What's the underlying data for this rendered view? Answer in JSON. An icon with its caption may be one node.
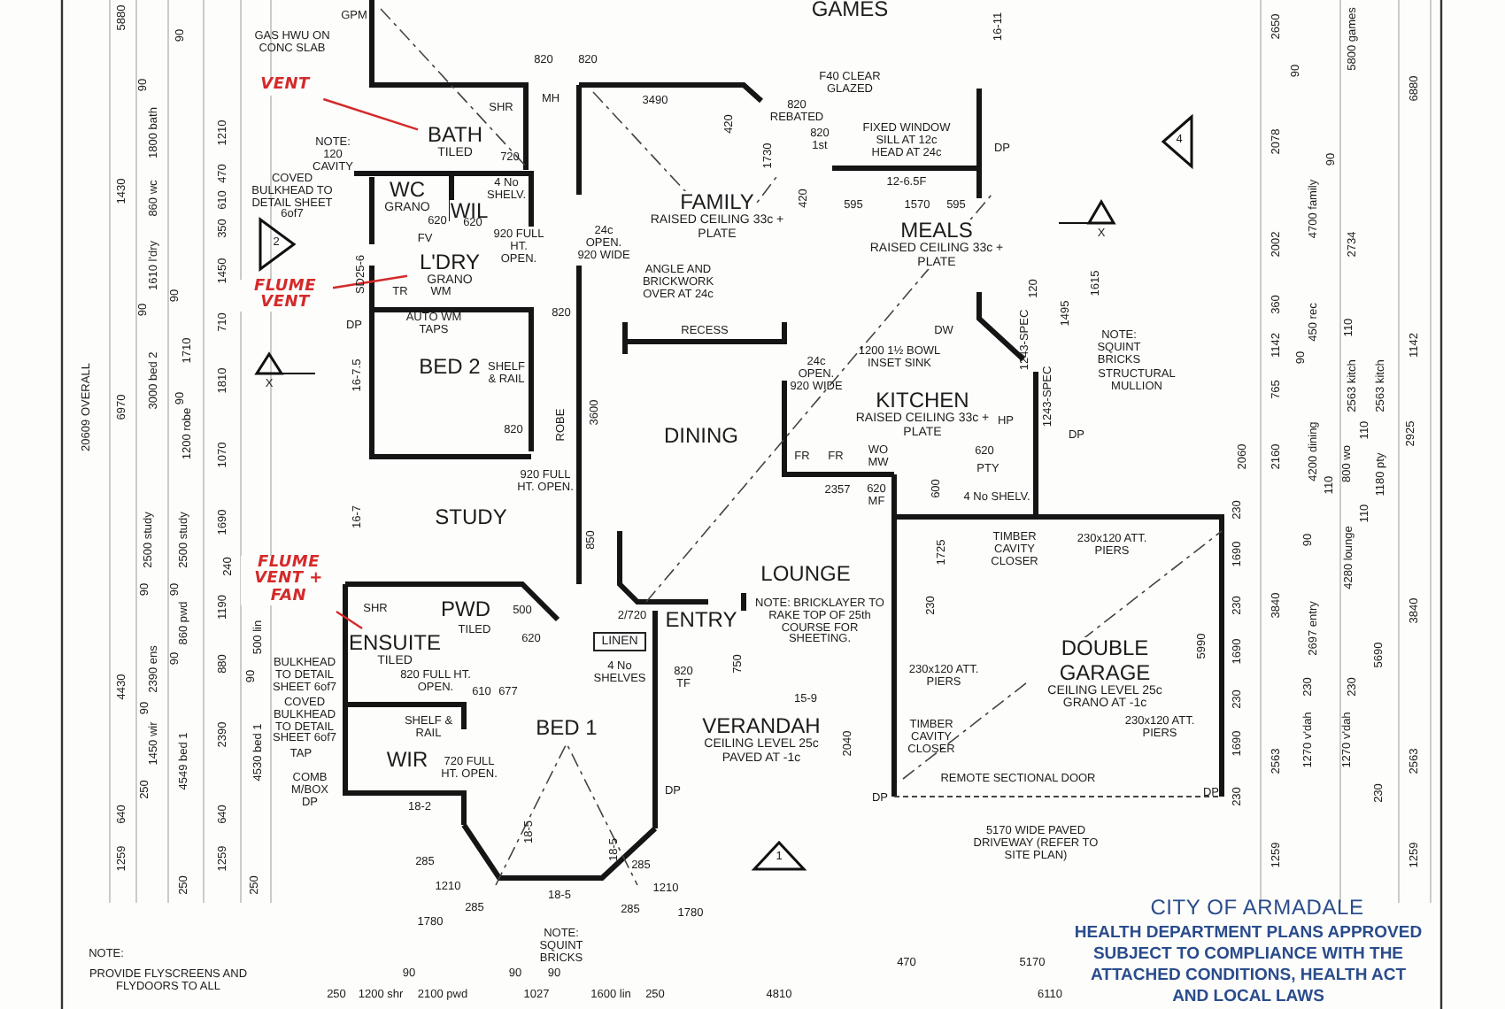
{
  "diagram": {
    "nodes": [
      {
        "text": [
          "GAMES"
        ]
      },
      {
        "text": [
          "BATH",
          "TILED"
        ]
      },
      {
        "text": [
          "VENT"
        ]
      },
      {
        "text": [
          "WC",
          "GRANO"
        ]
      },
      {
        "text": [
          "WIL"
        ]
      },
      {
        "text": [
          "L'DRY",
          "GRANO"
        ]
      },
      {
        "text": [
          "FLUME VENT"
        ]
      },
      {
        "text": [
          "FAMILY",
          "RAISED CEILING 33c + PLATE"
        ]
      },
      {
        "text": [
          "MEALS",
          "RAISED CEILING 33c + PLATE"
        ]
      },
      {
        "text": [
          "BED 2"
        ]
      },
      {
        "text": [
          "DINING"
        ]
      },
      {
        "text": [
          "KITCHEN",
          "RAISED CEILING 33c + PLATE"
        ]
      },
      {
        "text": [
          "STUDY"
        ]
      },
      {
        "text": [
          "LOUNGE"
        ]
      },
      {
        "text": [
          "FLUME VENT + FAN"
        ]
      },
      {
        "text": [
          "PWD"
        ]
      },
      {
        "text": [
          "ENSUITE",
          "TILED"
        ]
      },
      {
        "text": [
          "ENTRY"
        ]
      },
      {
        "text": [
          "DOUBLE GARAGE",
          "CEILING LEVEL 25c GRANO AT -1c"
        ]
      },
      {
        "text": [
          "WIR"
        ]
      },
      {
        "text": [
          "BED 1"
        ]
      },
      {
        "text": [
          "VERANDAH",
          "CEILING LEVEL 25c PAVED AT -1c"
        ]
      },
      {
        "text": [
          "LINEN"
        ]
      }
    ],
    "edges": [
      {
        "from": 2,
        "to": 1,
        "arrow": "none"
      },
      {
        "from": 6,
        "to": 5,
        "arrow": "none"
      },
      {
        "from": 14,
        "to": 16,
        "arrow": "none"
      }
    ],
    "labels": [
      "GPM",
      "GAS HWU ON CONC SLAB",
      "820",
      "820",
      "MH",
      "SHR",
      "NOTE: 120 CAVITY",
      "720",
      "4 No SHELV.",
      "COVED BULKHEAD TO DETAIL SHEET 6of7",
      "620",
      "620",
      "FV",
      "920 FULL HT. OPEN.",
      "SD25-6",
      "TR",
      "WM",
      "820",
      "AUTO WM TAPS",
      "DP",
      "16-7.5",
      "SHELF & RAIL",
      "820",
      "ROBE",
      "3600",
      "920 FULL HT. OPEN.",
      "16-7",
      "3490",
      "F40 CLEAR GLAZED",
      "820 REBATED",
      "420",
      "820 1st",
      "FIXED WINDOW SILL AT 12c HEAD AT 24c",
      "1730",
      "DP",
      "16-11",
      "12-6.5F",
      "420",
      "595",
      "1570",
      "595",
      "24c OPEN. 920 WIDE",
      "ANGLE AND BRICKWORK OVER AT 24c",
      "RECESS",
      "DW",
      "120",
      "1615",
      "1495",
      "1243-SPEC",
      "NOTE: SQUINT BRICKS",
      "1200 1½ BOWL INSET SINK",
      "24c OPEN. 920 WIDE",
      "STRUCTURAL MULLION",
      "1243-SPEC",
      "HP",
      "DP",
      "FR",
      "FR",
      "WO MW",
      "620",
      "PTY",
      "2357",
      "620 MF",
      "600",
      "4 No SHELV.",
      "850",
      "1725",
      "TIMBER CAVITY CLOSER",
      "230x120 ATT. PIERS",
      "230",
      "NOTE: BRICKLAYER TO RAKE TOP OF 25th COURSE FOR SHEETING.",
      "500",
      "2/720",
      "SHR",
      "620",
      "TILED",
      "820 FULL HT. OPEN.",
      "4 No SHELVES",
      "820 TF",
      "750",
      "230x120 ATT. PIERS",
      "610",
      "677",
      "BULKHEAD TO DETAIL SHEET 6of7",
      "15-9",
      "COVED BULKHEAD TO DETAIL SHEET 6of7",
      "SHELF & RAIL",
      "2040",
      "TIMBER CAVITY CLOSER",
      "230x120 ATT. PIERS",
      "TAP",
      "720 FULL HT. OPEN.",
      "REMOTE SECTIONAL DOOR",
      "COMB M/BOX DP",
      "DP",
      "DP",
      "DP",
      "18-2",
      "5170 WIDE PAVED DRIVEWAY (REFER TO SITE PLAN)",
      "18-5",
      "18-5",
      "285",
      "1210",
      "18-5",
      "285",
      "1780",
      "285",
      "1210",
      "285",
      "1780",
      "NOTE: SQUINT BRICKS",
      "5990",
      "2",
      "X",
      "4",
      "X",
      "1",
      "5880",
      "90",
      "1800 bath",
      "1430",
      "860 wc",
      "1610 l'dry",
      "90",
      "90",
      "3000 bed 2",
      "1710",
      "90",
      "1200 robe",
      "20609 OVERALL",
      "6970",
      "1210",
      "470",
      "610",
      "350",
      "1450",
      "710",
      "1810",
      "1070",
      "90",
      "2500 study",
      "2500 study",
      "1690",
      "240",
      "90",
      "90",
      "1190",
      "860 pwd",
      "500 lin",
      "90",
      "2390 ens",
      "880",
      "90",
      "90",
      "1450 wir",
      "4430",
      "2390",
      "4549 bed 1",
      "4530 bed 1",
      "250",
      "640",
      "640",
      "1259",
      "1259",
      "250",
      "250",
      "2650",
      "5800 games",
      "6880",
      "90",
      "2078",
      "90",
      "4700 family",
      "2002",
      "2734",
      "360",
      "450 rec",
      "110",
      "1142",
      "90",
      "1142",
      "2563 kitch",
      "2563 kitch",
      "765",
      "110",
      "2925",
      "2060",
      "2160",
      "4200 dining",
      "110",
      "800 wo",
      "1180 pty",
      "230",
      "110",
      "90",
      "1690",
      "4280 lounge",
      "230",
      "3840",
      "3840",
      "2697 entry",
      "1690",
      "5690",
      "230",
      "230",
      "230",
      "1270 v'dah",
      "1270 v'dah",
      "1690",
      "2563",
      "2563",
      "230",
      "230",
      "1259",
      "1259",
      "250",
      "1200 shr",
      "90",
      "2100 pwd",
      "90",
      "90",
      "1027",
      "1600 lin",
      "250",
      "4810",
      "470",
      "5170",
      "6110",
      "NOTE:",
      "PROVIDE FLYSCREENS AND FLYDOORS TO ALL",
      "CITY OF ARMADALE",
      "HEALTH DEPARTMENT PLANS APPROVED SUBJECT TO COMPLIANCE WITH THE ATTACHED CONDITIONS, HEALTH ACT AND LOCAL LAWS"
    ]
  }
}
